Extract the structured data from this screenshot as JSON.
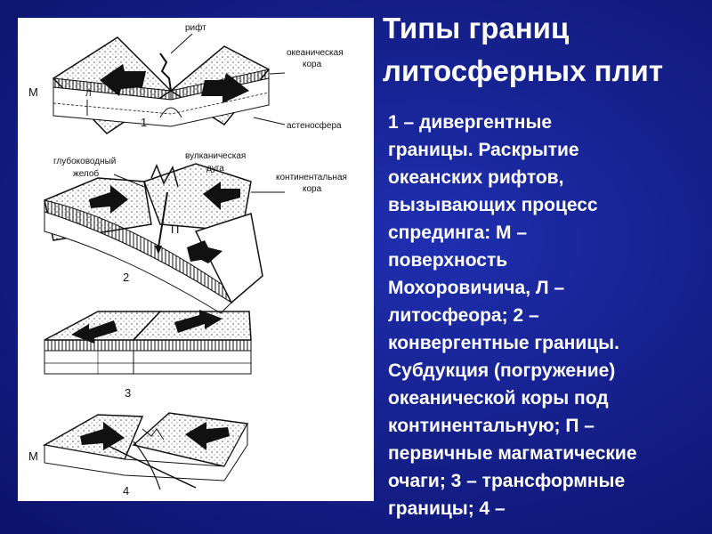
{
  "slide": {
    "title_lines": [
      "Типы границ",
      "литосферных плит"
    ],
    "body_lines": [
      "1 – дивергентные",
      "границы. Раскрытие",
      "океанских рифтов,",
      "вызывающих процесс",
      "спрединга: М –",
      "поверхность",
      "Мохоровичича, Л –",
      "литосфеора; 2 –",
      "конвергентные границы.",
      "Субдукция (погружение)",
      "океанической коры под",
      "континентальную; П –",
      "первичные магматические",
      "очаги; 3 – трансформные",
      "границы; 4 –"
    ]
  },
  "figure": {
    "labels": {
      "rift": "рифт",
      "oceanic_crust_1": "океаническая",
      "oceanic_crust_2": "кора",
      "asthenosphere": "астеносфера",
      "moho_1": "М",
      "litho": "Л",
      "num_1": "1",
      "trench_1": "глубоководный",
      "trench_2": "желоб",
      "arc_1": "вулканическая",
      "arc_2": "дуга",
      "cont_crust_1": "континентальная",
      "cont_crust_2": "кора",
      "magma": "П",
      "num_2": "2",
      "num_3": "3",
      "moho_4": "М",
      "num_4": "4"
    }
  }
}
